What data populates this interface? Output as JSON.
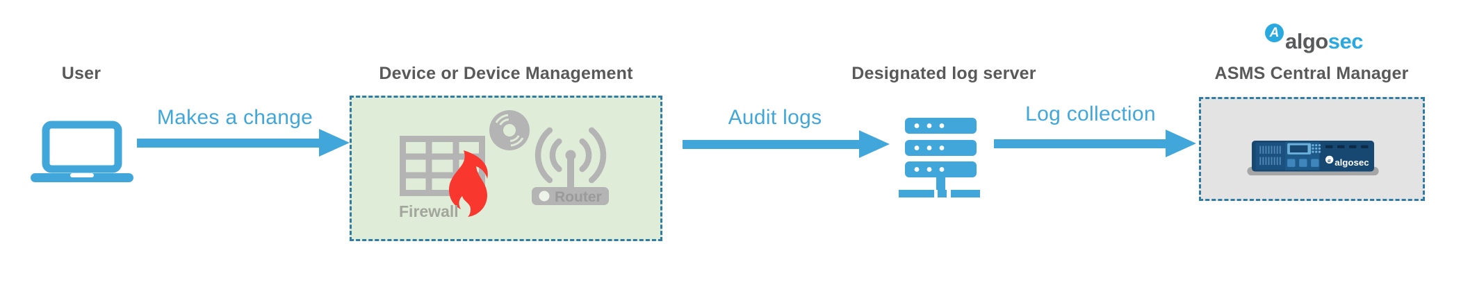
{
  "colors": {
    "accent_blue": "#41A7DB",
    "logo_blue": "#29A9E0",
    "title_gray": "#595959",
    "icon_gray": "#B4B4B4",
    "flame_red": "#F8372E",
    "green_fill": "#DFEDD8",
    "gray_fill": "#E3E3E3",
    "dashed_border": "#2E7CA3",
    "appliance_navy": "#174871"
  },
  "brand": {
    "mark": "A",
    "name_dark": "algo",
    "name_blue": "sec"
  },
  "nodes": {
    "user": {
      "title": "User"
    },
    "device": {
      "title": "Device or Device Management",
      "firewall_label": "Firewall",
      "router_label": "Router"
    },
    "log_server": {
      "title": "Designated log server"
    },
    "asms": {
      "title": "ASMS Central Manager",
      "appliance_brand": "algosec",
      "appliance_mark": "a"
    }
  },
  "flows": {
    "makes_change": {
      "label": "Makes a change"
    },
    "audit_logs": {
      "label": "Audit logs"
    },
    "log_collection": {
      "label": "Log collection"
    }
  }
}
